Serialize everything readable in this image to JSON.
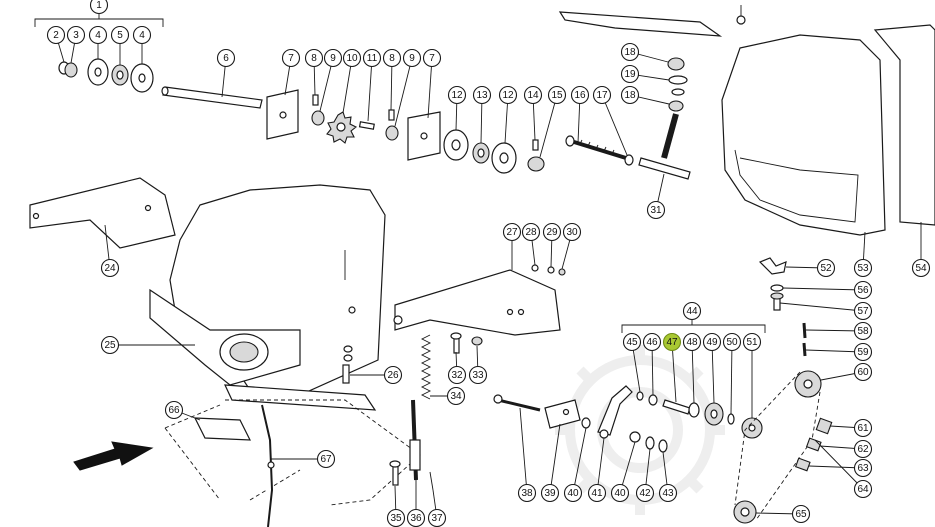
{
  "highlight_color": "#a9c832",
  "callouts": [
    {
      "id": "c1",
      "label": "1"
    },
    {
      "id": "c2",
      "label": "2"
    },
    {
      "id": "c3",
      "label": "3"
    },
    {
      "id": "c4a",
      "label": "4"
    },
    {
      "id": "c5",
      "label": "5"
    },
    {
      "id": "c4b",
      "label": "4"
    },
    {
      "id": "c6",
      "label": "6"
    },
    {
      "id": "c7a",
      "label": "7"
    },
    {
      "id": "c8a",
      "label": "8"
    },
    {
      "id": "c9a",
      "label": "9"
    },
    {
      "id": "c10",
      "label": "10"
    },
    {
      "id": "c11",
      "label": "11"
    },
    {
      "id": "c8b",
      "label": "8"
    },
    {
      "id": "c9b",
      "label": "9"
    },
    {
      "id": "c7b",
      "label": "7"
    },
    {
      "id": "c12a",
      "label": "12"
    },
    {
      "id": "c13",
      "label": "13"
    },
    {
      "id": "c12b",
      "label": "12"
    },
    {
      "id": "c14",
      "label": "14"
    },
    {
      "id": "c15",
      "label": "15"
    },
    {
      "id": "c16",
      "label": "16"
    },
    {
      "id": "c17",
      "label": "17"
    },
    {
      "id": "c18a",
      "label": "18"
    },
    {
      "id": "c19",
      "label": "19"
    },
    {
      "id": "c18b",
      "label": "18"
    },
    {
      "id": "c31",
      "label": "31"
    },
    {
      "id": "c24",
      "label": "24"
    },
    {
      "id": "c25",
      "label": "25"
    },
    {
      "id": "c26",
      "label": "26"
    },
    {
      "id": "c27",
      "label": "27"
    },
    {
      "id": "c28",
      "label": "28"
    },
    {
      "id": "c29",
      "label": "29"
    },
    {
      "id": "c30",
      "label": "30"
    },
    {
      "id": "c32",
      "label": "32"
    },
    {
      "id": "c33",
      "label": "33"
    },
    {
      "id": "c34",
      "label": "34"
    },
    {
      "id": "c35",
      "label": "35"
    },
    {
      "id": "c36",
      "label": "36"
    },
    {
      "id": "c37",
      "label": "37"
    },
    {
      "id": "c38",
      "label": "38"
    },
    {
      "id": "c39",
      "label": "39"
    },
    {
      "id": "c40a",
      "label": "40"
    },
    {
      "id": "c41",
      "label": "41"
    },
    {
      "id": "c40b",
      "label": "40"
    },
    {
      "id": "c42",
      "label": "42"
    },
    {
      "id": "c43",
      "label": "43"
    },
    {
      "id": "c44",
      "label": "44"
    },
    {
      "id": "c45",
      "label": "45"
    },
    {
      "id": "c46",
      "label": "46"
    },
    {
      "id": "c47",
      "label": "47",
      "highlight": true
    },
    {
      "id": "c48",
      "label": "48"
    },
    {
      "id": "c49",
      "label": "49"
    },
    {
      "id": "c50",
      "label": "50"
    },
    {
      "id": "c51",
      "label": "51"
    },
    {
      "id": "c52",
      "label": "52"
    },
    {
      "id": "c53",
      "label": "53"
    },
    {
      "id": "c54",
      "label": "54"
    },
    {
      "id": "c56",
      "label": "56"
    },
    {
      "id": "c57",
      "label": "57"
    },
    {
      "id": "c58",
      "label": "58"
    },
    {
      "id": "c59",
      "label": "59"
    },
    {
      "id": "c60",
      "label": "60"
    },
    {
      "id": "c61",
      "label": "61"
    },
    {
      "id": "c62",
      "label": "62"
    },
    {
      "id": "c63",
      "label": "63"
    },
    {
      "id": "c64",
      "label": "64"
    },
    {
      "id": "c65",
      "label": "65"
    },
    {
      "id": "c66",
      "label": "66"
    },
    {
      "id": "c67",
      "label": "67"
    }
  ]
}
